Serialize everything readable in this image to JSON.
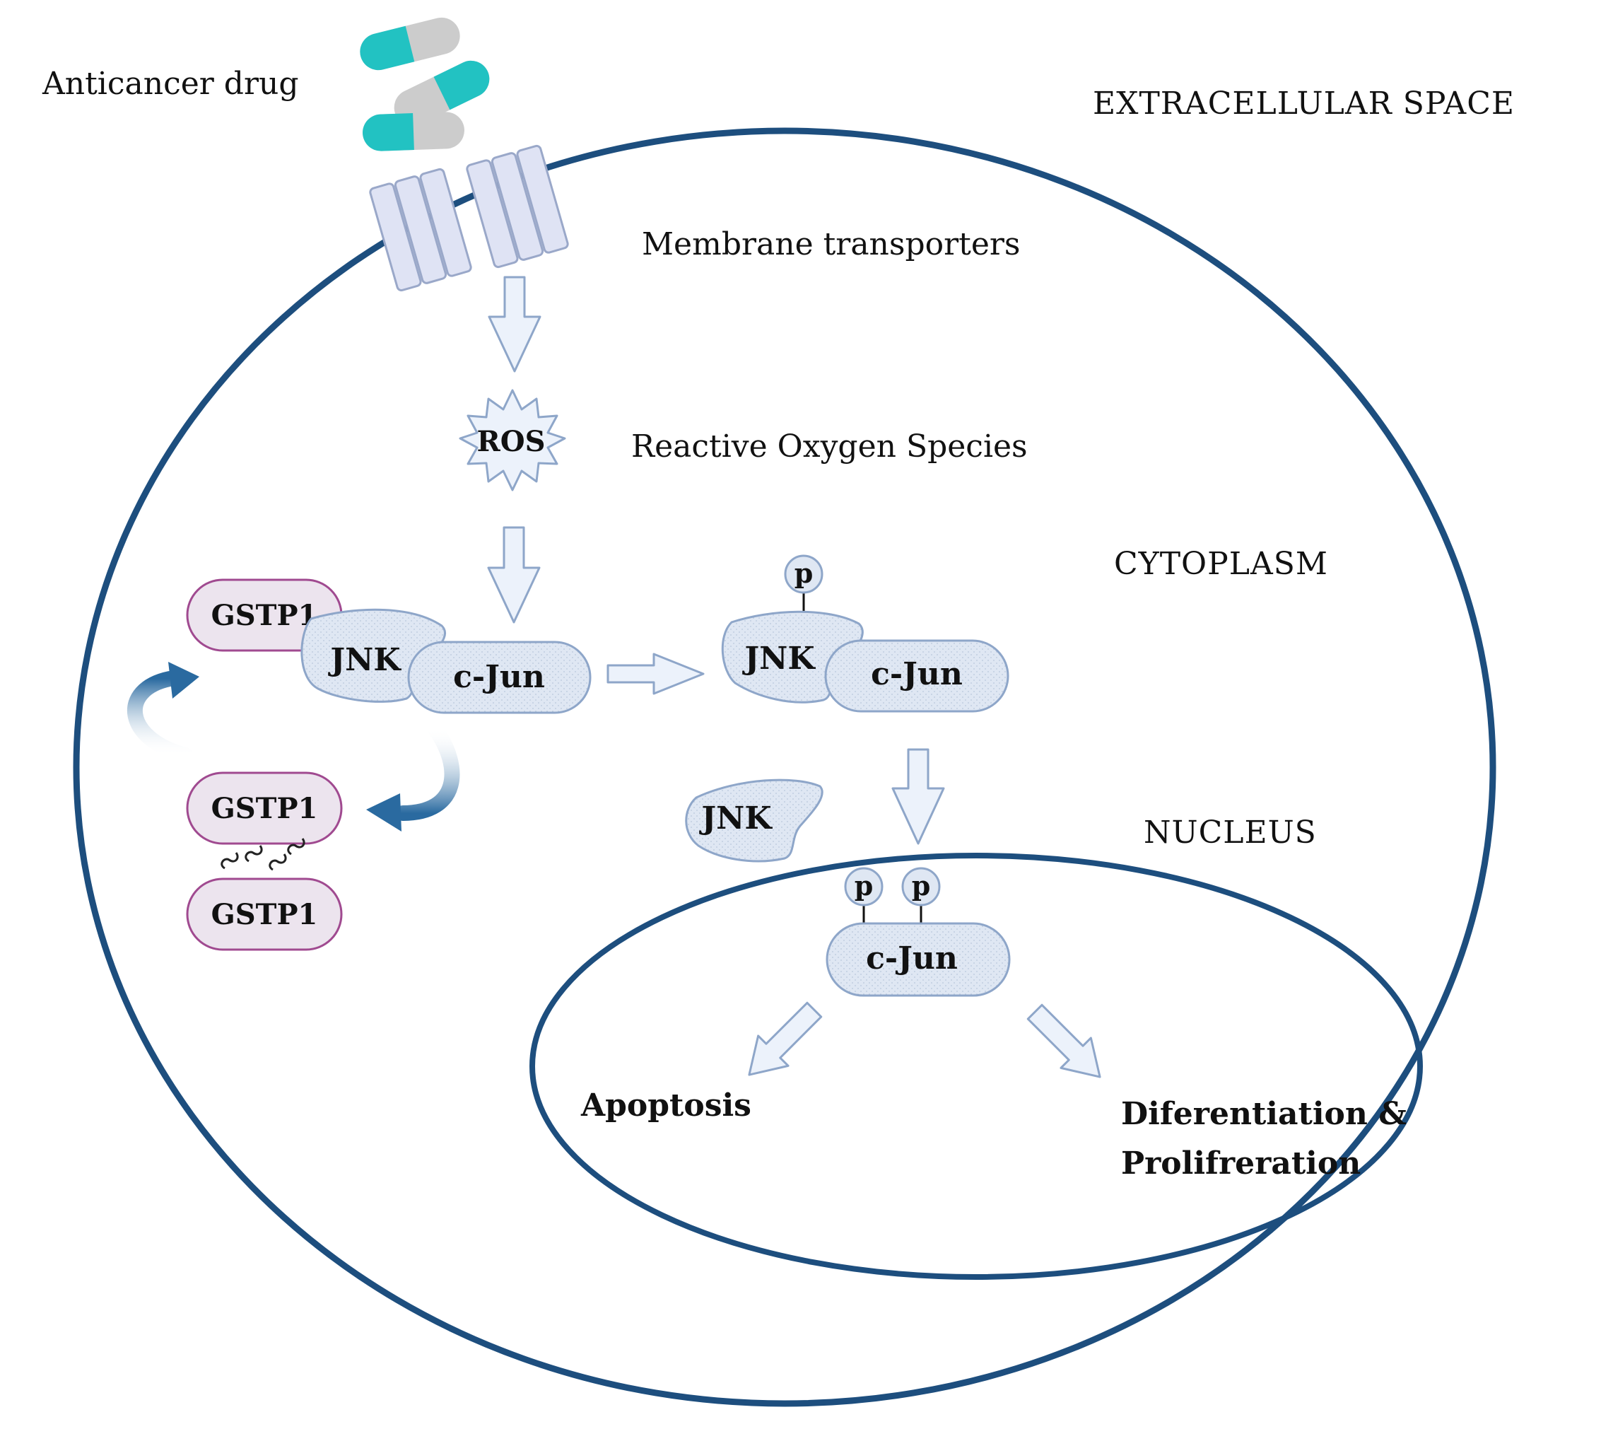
{
  "labels": {
    "extracellular": "EXTRACELLULAR SPACE",
    "anticancer_drug": "Anticancer drug",
    "membrane_transporters": "Membrane transporters",
    "ros": "ROS",
    "ros_full": "Reactive Oxygen Species",
    "cytoplasm": "CYTOPLASM",
    "nucleus": "NUCLEUS",
    "gstp1": "GSTP1",
    "jnk": "JNK",
    "cjun": "c-Jun",
    "p": "p",
    "apoptosis": "Apoptosis",
    "diff_line1": "Diferentiation &",
    "diff_line2": "Prolifreration"
  },
  "colors": {
    "membrane": "#1d4e7e",
    "protein_fill": "#dfe7f3",
    "protein_stroke": "#8ea6c9",
    "gstp_stroke": "#a04a90",
    "capsule_teal": "#22c2c2",
    "capsule_gray": "#cccccc",
    "curved_arrow": "#2a6aa0"
  },
  "icons": {
    "drug": "capsule-icon",
    "transporter": "transporter-icon",
    "ros_shape": "starburst-icon"
  }
}
